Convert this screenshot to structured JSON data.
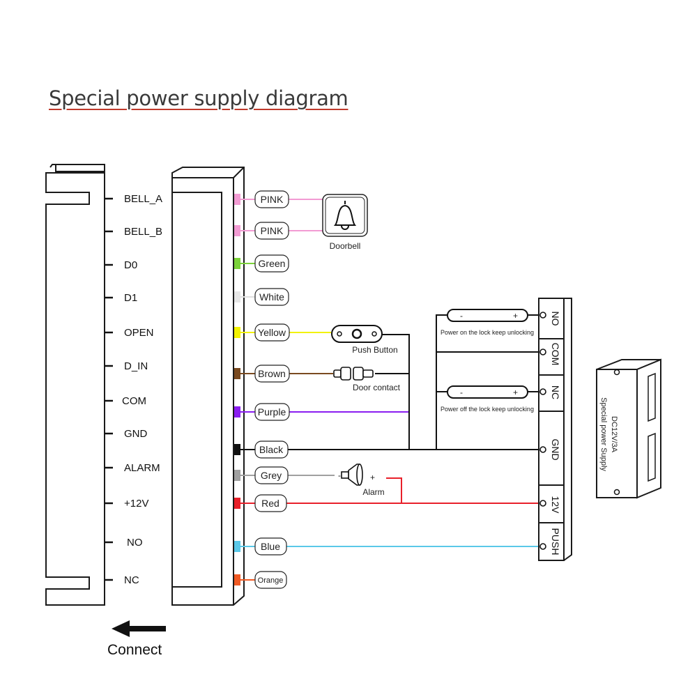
{
  "title": "Special power supply diagram",
  "pins": [
    "BELL_A",
    "BELL_B",
    "D0",
    "D1",
    "OPEN",
    "D_IN",
    "COM",
    "GND",
    "ALARM",
    "+12V",
    "NO",
    "NC"
  ],
  "wires": [
    {
      "label": "PINK",
      "color": "#f29bd3"
    },
    {
      "label": "PINK",
      "color": "#f29bd3"
    },
    {
      "label": "Green",
      "color": "#7bd23a"
    },
    {
      "label": "White",
      "color": "#e6e6e6"
    },
    {
      "label": "Yellow",
      "color": "#f2f200"
    },
    {
      "label": "Brown",
      "color": "#7a4a20"
    },
    {
      "label": "Purple",
      "color": "#8a1ef0"
    },
    {
      "label": "Black",
      "color": "#111111"
    },
    {
      "label": "Grey",
      "color": "#a0a0a0"
    },
    {
      "label": "Red",
      "color": "#e8202a"
    },
    {
      "label": "Blue",
      "color": "#5ac8e8"
    },
    {
      "label": "Orange",
      "color": "#f05a24"
    }
  ],
  "devices": {
    "doorbell": "Doorbell",
    "push_button": "Push Button",
    "door_contact": "Door contact",
    "alarm": "Alarm"
  },
  "lock_notes": {
    "no_lock": "Power on the lock keep unlocking",
    "nc_lock": "Power off the lock keep unlocking",
    "minus": "-",
    "plus": "+"
  },
  "alarm_minus": "-",
  "alarm_plus": "+",
  "terminals": [
    "NO",
    "COM",
    "NC",
    "GND",
    "12V",
    "PUSH"
  ],
  "psu": {
    "rating": "DC12V/3A",
    "name": "Special power Supply"
  },
  "connect_label": "Connect",
  "colors": {
    "title_underline": "#c0392b",
    "frame": "#1a1a1a"
  }
}
